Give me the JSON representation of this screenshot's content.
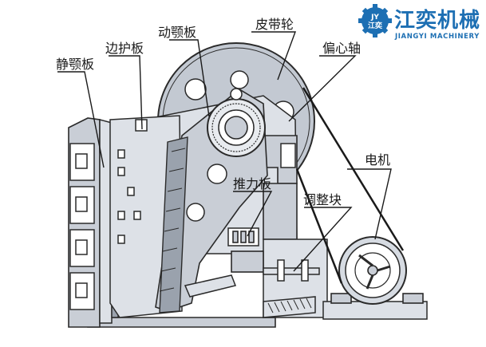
{
  "brand": {
    "badge_top": "JY",
    "badge_bottom": "江奕",
    "name_cn": "江奕机械",
    "name_en": "JIANGYI MACHINERY",
    "color": "#1d6fb3"
  },
  "labels": {
    "pulley": "皮带轮",
    "eccentric_shaft": "偏心轴",
    "movable_jaw": "动颚板",
    "side_guard": "边护板",
    "fixed_jaw": "静颚板",
    "motor": "电机",
    "toggle_plate": "推力板",
    "adjust_block": "调整块"
  }
}
